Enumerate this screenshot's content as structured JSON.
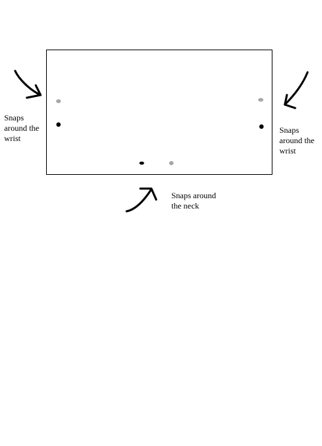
{
  "labels": {
    "left_wrist": [
      "Snaps",
      "around the",
      "wrist"
    ],
    "right_wrist": [
      "Snaps",
      "around the",
      "wrist"
    ],
    "neck": [
      "Snaps around",
      "the neck"
    ]
  },
  "colors": {
    "line": "#000000",
    "snap_dark": "#000000",
    "snap_light": "#a6a6a6",
    "background": "#ffffff"
  }
}
